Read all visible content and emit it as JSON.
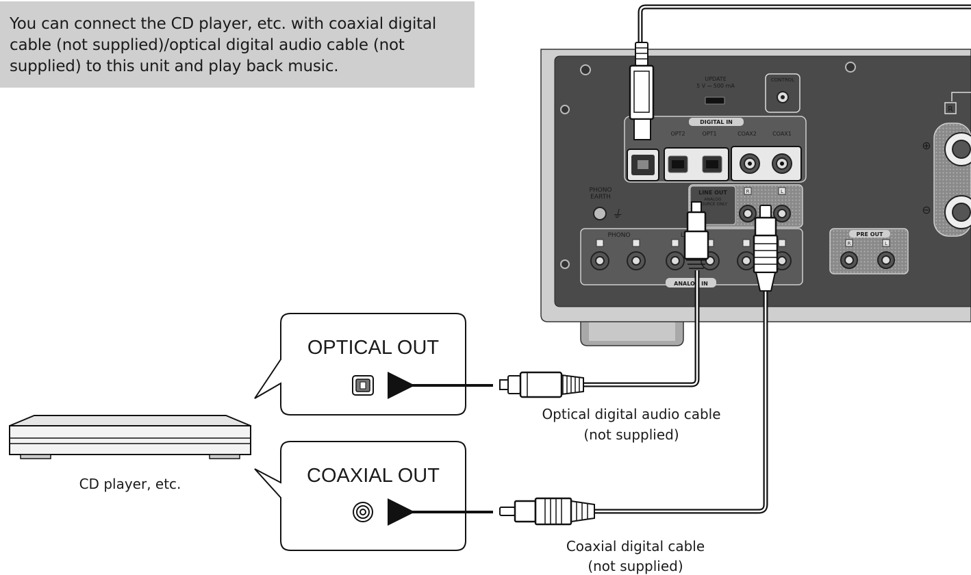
{
  "intro_text": "You can connect the CD player, etc. with coaxial digital cable (not supplied)/optical digital audio cable (not supplied) to this unit and play back music.",
  "device": {
    "label": "CD player, etc.",
    "optical_callout": "OPTICAL OUT",
    "coaxial_callout": "COAXIAL OUT"
  },
  "cables": {
    "optical_line1": "Optical digital audio cable",
    "optical_line2": "(not supplied)",
    "coaxial_line1": "Coaxial digital cable",
    "coaxial_line2": "(not supplied)"
  },
  "panel": {
    "update_line1": "UPDATE",
    "update_line2": "5 V ⎓ 500 mA",
    "control": "CONTROL",
    "digital_in": "DIGITAL IN",
    "opt2": "OPT2",
    "opt1": "OPT1",
    "coax2": "COAX2",
    "coax1": "COAX1",
    "phono_earth_line1": "PHONO",
    "phono_earth_line2": "EARTH",
    "line_out": "LINE OUT",
    "line_out_sub1": "ANALOG",
    "line_out_sub2": "SOURCE ONLY",
    "phono": "PHONO",
    "line_in": "LINE   IN",
    "analog_in": "ANALOG IN",
    "pre_out": "PRE OUT",
    "ch_r": "R",
    "ch_l": "L",
    "speaker_r": "R",
    "plus": "⊕",
    "minus": "⊖"
  }
}
